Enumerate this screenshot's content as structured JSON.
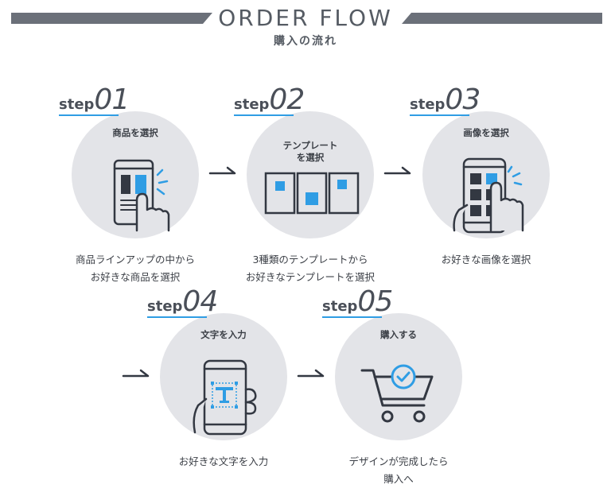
{
  "header": {
    "title_en": "ORDER FLOW",
    "title_ja": "購入の流れ"
  },
  "step_word": "step",
  "steps": [
    {
      "num": "01",
      "title": "商品を選択",
      "caption_line1": "商品ラインアップの中から",
      "caption_line2": "お好きな商品を選択"
    },
    {
      "num": "02",
      "title_line1": "テンプレート",
      "title_line2": "を選択",
      "caption_line1": "3種類のテンプレートから",
      "caption_line2": "お好きなテンプレートを選択"
    },
    {
      "num": "03",
      "title": "画像を選択",
      "caption_line1": "お好きな画像を選択"
    },
    {
      "num": "04",
      "title": "文字を入力",
      "caption_line1": "お好きな文字を入力"
    },
    {
      "num": "05",
      "title": "購入する",
      "caption_line1": "デザインが完成したら",
      "caption_line2": "購入へ"
    }
  ],
  "colors": {
    "accent": "#2f9de4",
    "circle": "#e3e4e8",
    "band": "#6b7079",
    "ink": "#333842"
  }
}
